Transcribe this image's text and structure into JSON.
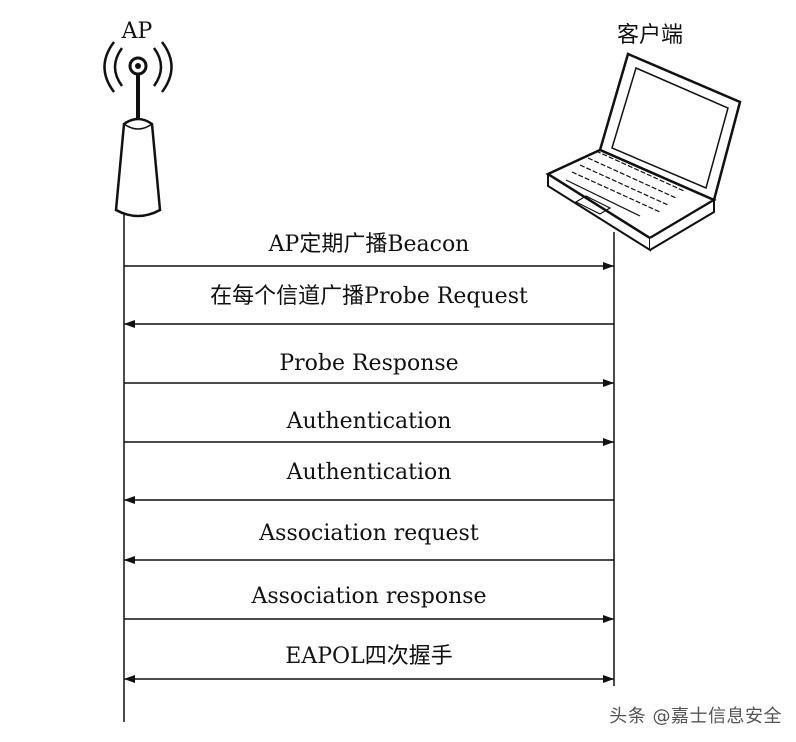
{
  "actors": {
    "ap": {
      "label": "AP"
    },
    "client": {
      "label": "客户端"
    }
  },
  "messages": [
    {
      "label": "AP定期广播Beacon",
      "direction": "ap-to-client"
    },
    {
      "label": "在每个信道广播Probe Request",
      "direction": "client-to-ap"
    },
    {
      "label": "Probe Response",
      "direction": "ap-to-client"
    },
    {
      "label": "Authentication",
      "direction": "ap-to-client"
    },
    {
      "label": "Authentication",
      "direction": "client-to-ap"
    },
    {
      "label": "Association request",
      "direction": "client-to-ap"
    },
    {
      "label": "Association response",
      "direction": "ap-to-client"
    },
    {
      "label": "EAPOL四次握手",
      "direction": "both"
    }
  ],
  "watermark": "头条 @嘉士信息安全"
}
